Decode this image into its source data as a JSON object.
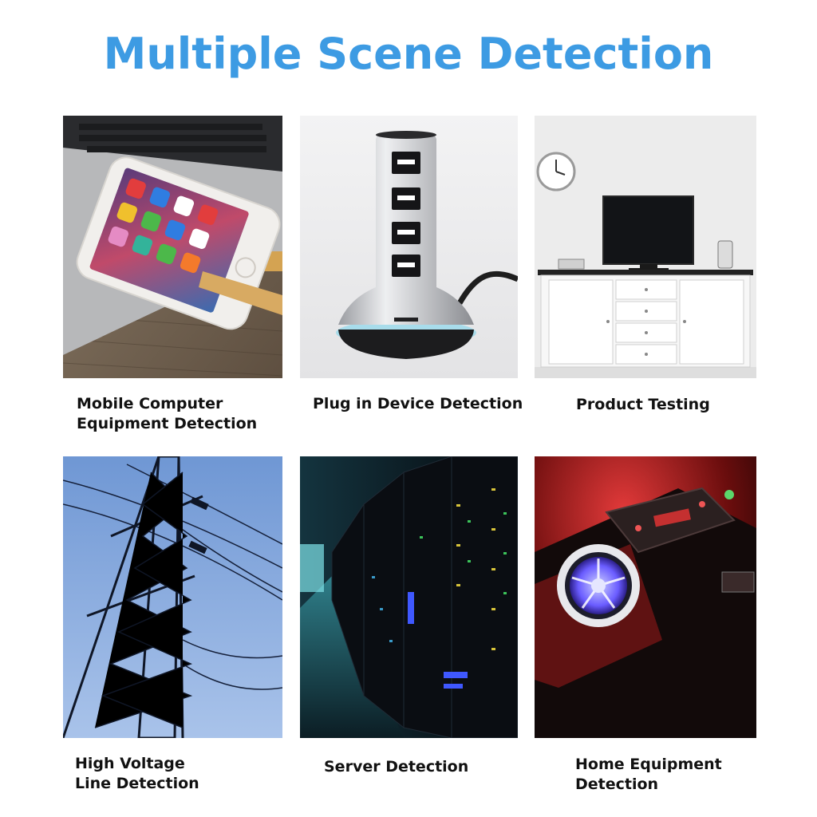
{
  "page": {
    "title": "Multiple Scene Detection",
    "title_color": "#3d9be3"
  },
  "scenes": [
    {
      "label": "Mobile Computer\nEquipment Detection",
      "image": "smartphone-on-laptop"
    },
    {
      "label": "Plug in Device Detection",
      "image": "usb-charging-tower"
    },
    {
      "label": "Product Testing",
      "image": "tv-on-white-cabinet"
    },
    {
      "label": "High Voltage\nLine Detection",
      "image": "power-transmission-tower"
    },
    {
      "label": "Server Detection",
      "image": "server-room-racks"
    },
    {
      "label": "Home Equipment\nDetection",
      "image": "red-lit-device-fan"
    }
  ]
}
